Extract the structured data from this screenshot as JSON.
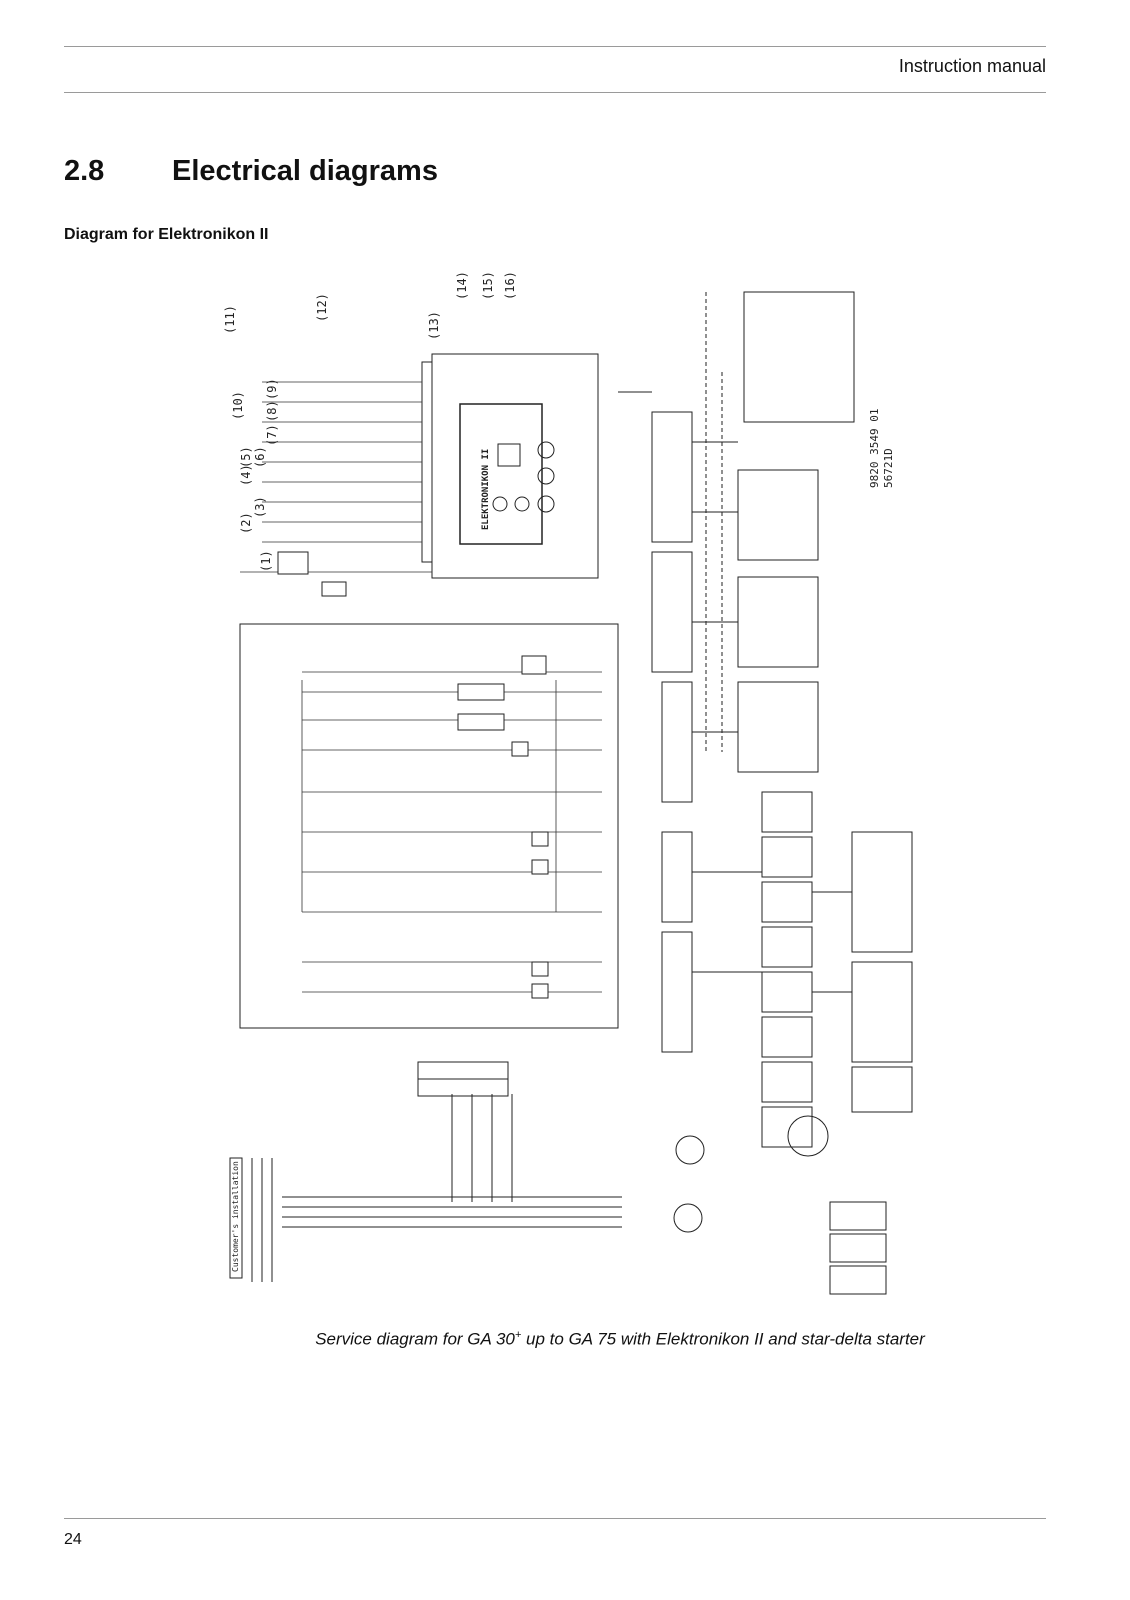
{
  "header": {
    "title": "Instruction manual"
  },
  "section": {
    "number": "2.8",
    "title": "Electrical diagrams"
  },
  "subheading": "Diagram for Elektronikon II",
  "diagram": {
    "numbered_labels": [
      "(1)",
      "(2)",
      "(3)",
      "(4)",
      "(5)",
      "(6)",
      "(7)",
      "(8)",
      "(9)",
      "(10)",
      "(11)",
      "(12)",
      "(13)",
      "(14)",
      "(15)",
      "(16)"
    ],
    "drawing_number": "9820 3549 01",
    "drawing_revision": "56721D",
    "controller_label": "ELEKTRONIKON II",
    "customer_installation": "Customer's installation"
  },
  "caption": {
    "before": "Service diagram for GA 30",
    "sup": "+",
    "after": " up to GA 75 with Elektronikon II and star-delta starter"
  },
  "footer": {
    "page_number": "24"
  }
}
